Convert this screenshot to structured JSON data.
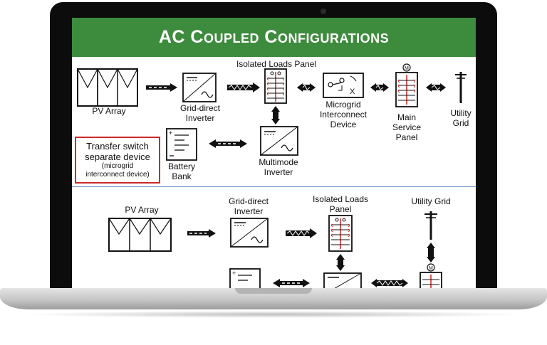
{
  "slide": {
    "title": "AC Coupled Configurations"
  },
  "top_diagram": {
    "pv_array": "PV Array",
    "grid_direct_inverter": [
      "Grid-direct",
      "Inverter"
    ],
    "isolated_loads_panel": "Isolated Loads Panel",
    "microgrid_device": [
      "Microgrid",
      "Interconnect",
      "Device"
    ],
    "main_service_panel": [
      "Main",
      "Service",
      "Panel"
    ],
    "utility_grid": [
      "Utility",
      "Grid"
    ],
    "battery_bank": [
      "Battery",
      "Bank"
    ],
    "multimode_inverter": [
      "Multimode",
      "Inverter"
    ],
    "note": {
      "line1": "Transfer switch",
      "line2": "separate device",
      "line3": "(microgrid",
      "line4": "interconnect device)"
    }
  },
  "bottom_diagram": {
    "pv_array": "PV Array",
    "grid_direct_inverter": [
      "Grid-direct",
      "Inverter"
    ],
    "isolated_loads_panel": [
      "Isolated Loads",
      "Panel"
    ],
    "utility_grid": "Utility Grid"
  },
  "colors": {
    "title_bar": "#3d8b3d",
    "note_border": "#cc2a2a",
    "divider": "#6a93c9",
    "circuit_red": "#d42020"
  }
}
